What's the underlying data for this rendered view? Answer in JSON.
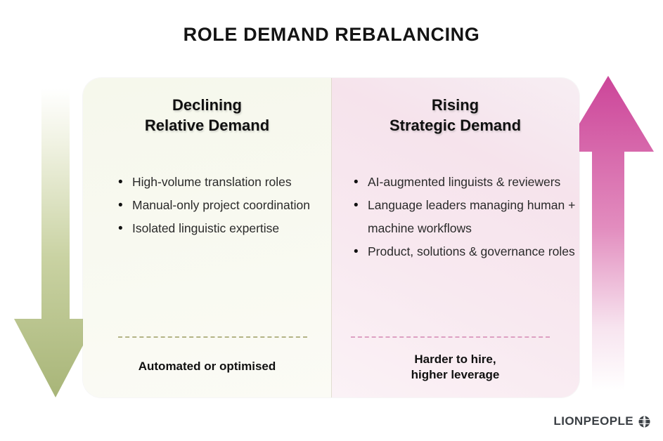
{
  "title": "ROLE DEMAND REBALANCING",
  "panels": {
    "left": {
      "heading_line1": "Declining",
      "heading_line2": "Relative Demand",
      "bullets": [
        "High-volume translation roles",
        "Manual-only project coordination",
        "Isolated linguistic expertise"
      ],
      "footnote_line1": "Automated or optimised",
      "footnote_line2": "",
      "accent_color": "#A8B578",
      "surface_color": "#F7F9EE",
      "rule_color": "#B4B486"
    },
    "right": {
      "heading_line1": "Rising",
      "heading_line2": "Strategic Demand",
      "bullets": [
        "AI-augmented linguists & reviewers",
        "Language leaders managing human + machine workflows",
        "Product, solutions & governance roles"
      ],
      "footnote_line1": "Harder to hire,",
      "footnote_line2": "higher leverage",
      "accent_color": "#CC4599",
      "surface_color": "#F6E4ED",
      "rule_color": "#DDA0C2"
    }
  },
  "arrows": {
    "down": {
      "icon": "arrow-down-icon",
      "direction": "down",
      "color_solid": "#A8B578",
      "color_fade": "#FFFFFF"
    },
    "up": {
      "icon": "arrow-up-icon",
      "direction": "up",
      "color_solid": "#CC4599",
      "color_fade": "#FFFFFF"
    }
  },
  "logo": {
    "word1": "LION",
    "word2": "PEOPLE",
    "icon": "globe-icon",
    "color": "#3B4045"
  }
}
